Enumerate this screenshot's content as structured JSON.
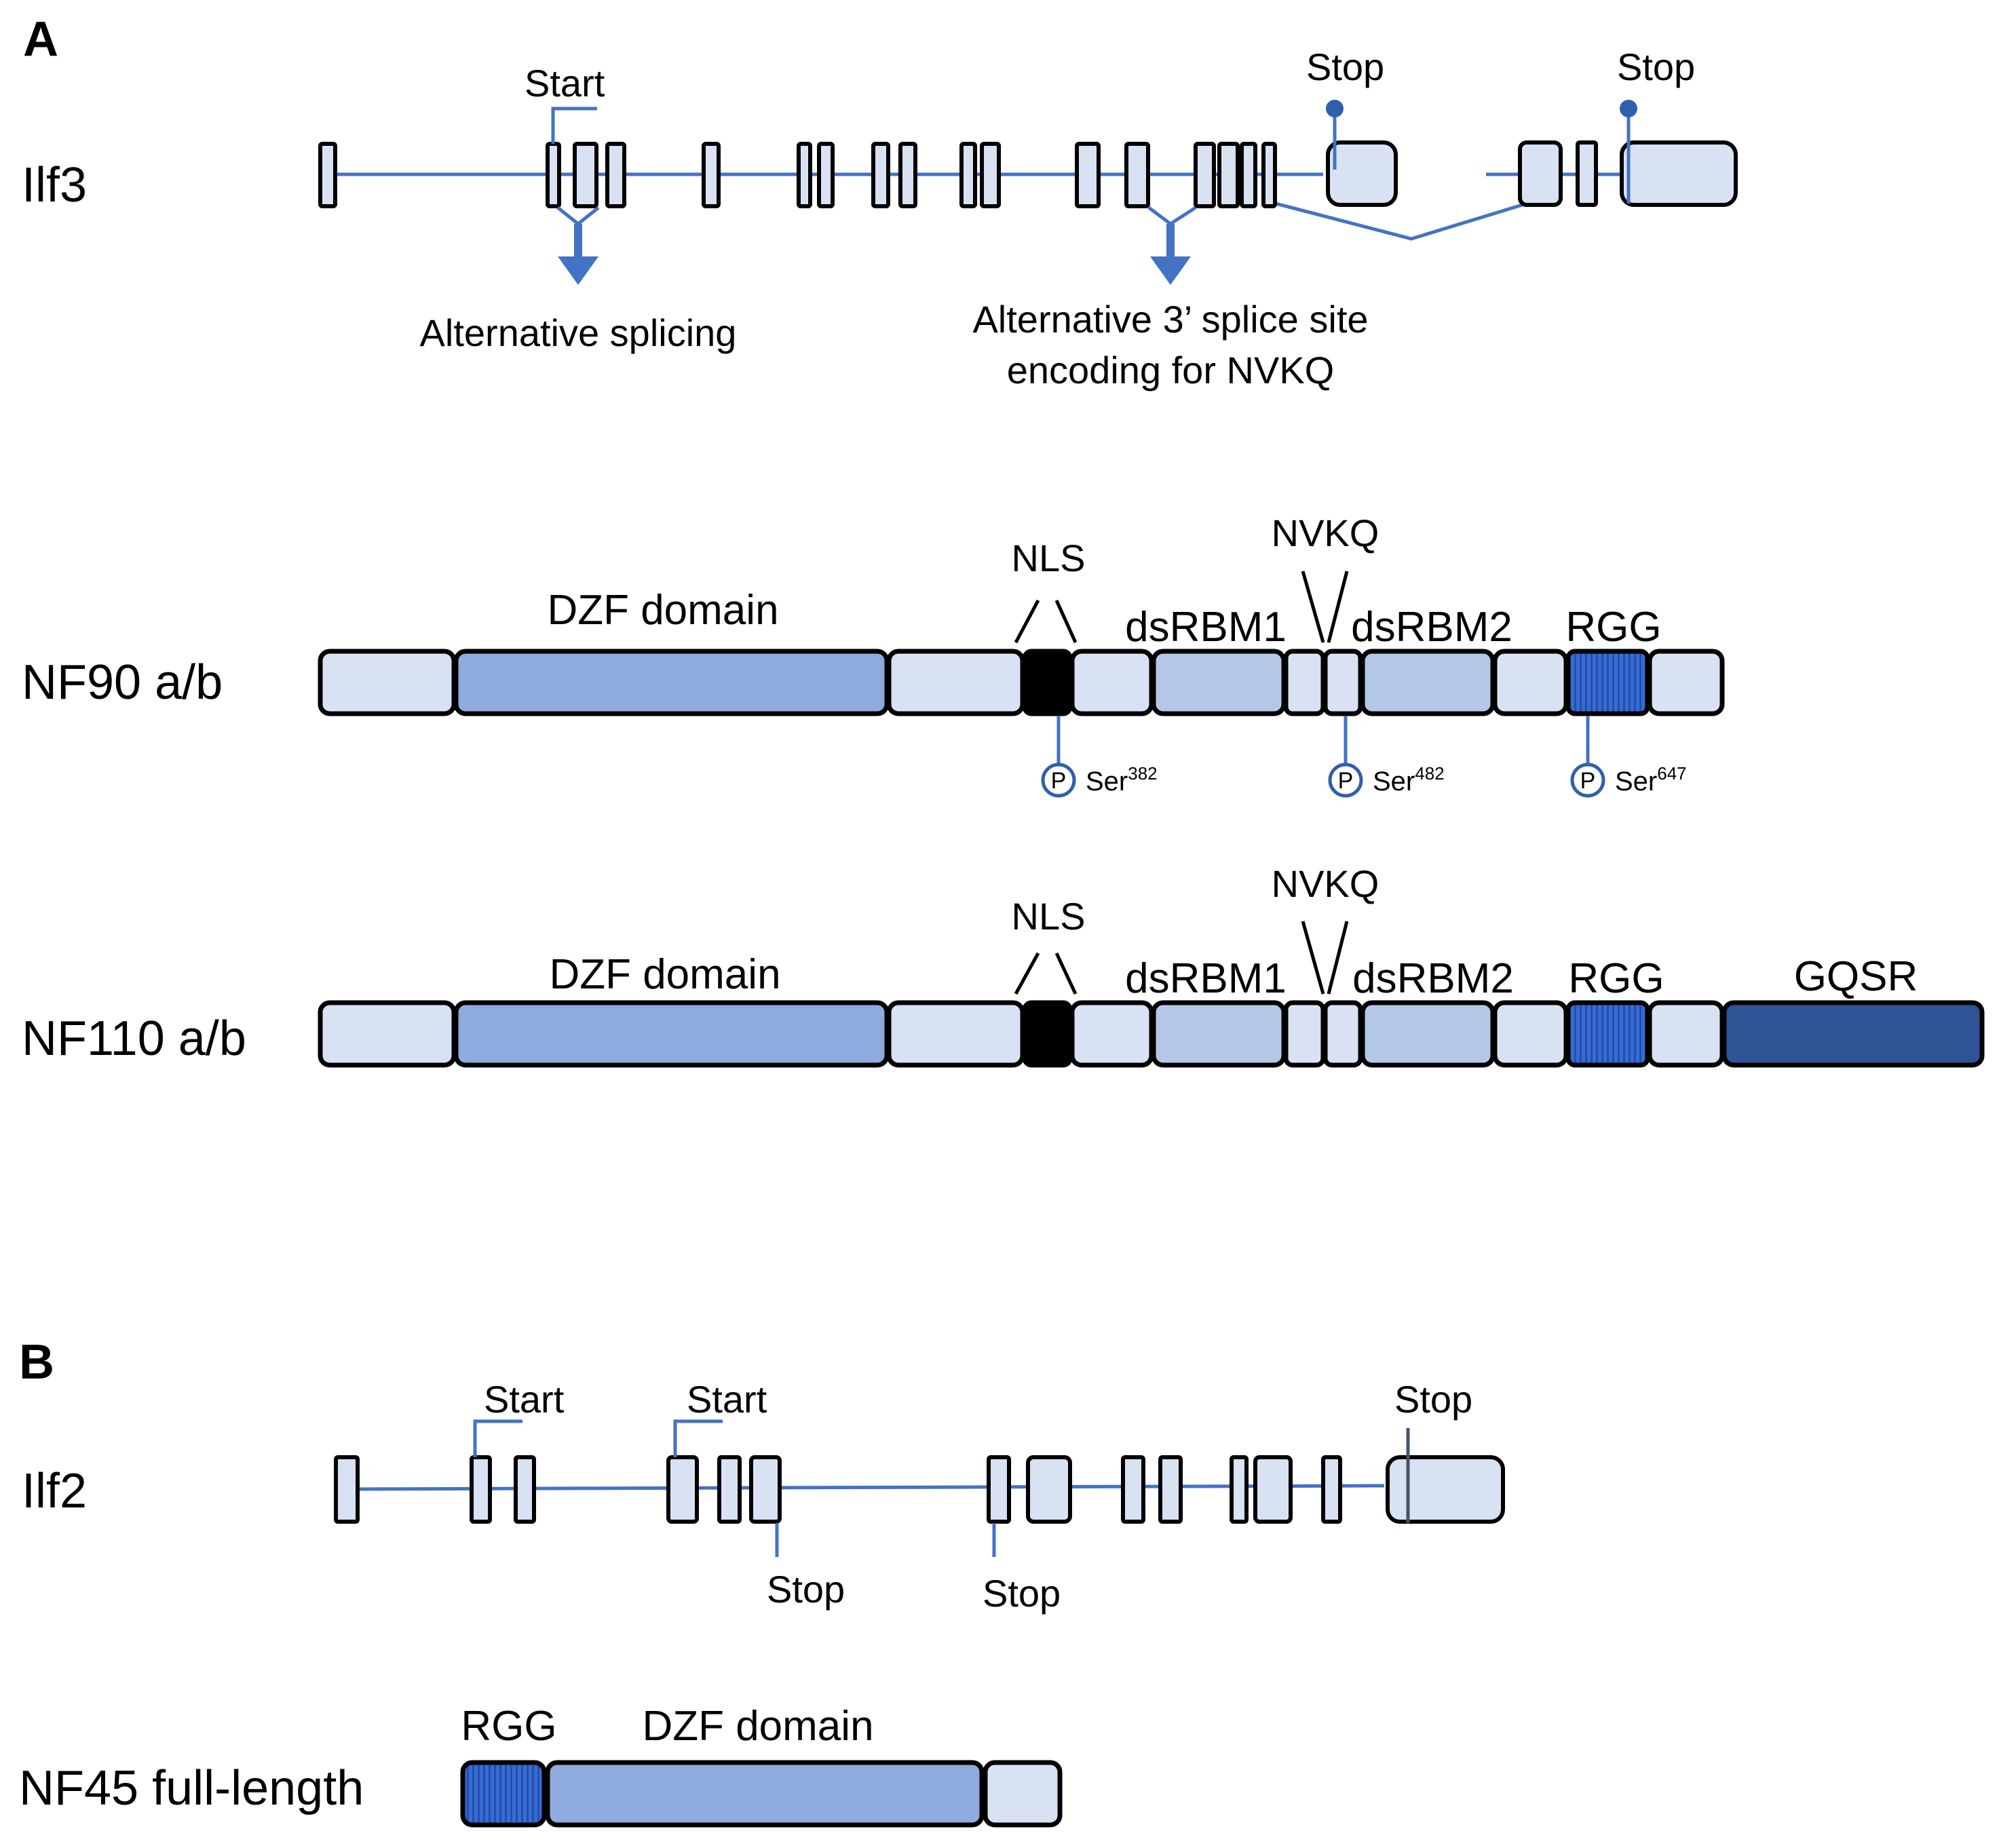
{
  "colors": {
    "light": "#d9e2f3",
    "medium": "#8faadc",
    "domain_mid": "#b4c7e7",
    "black": "#000000",
    "rgg": "#3a6cd0",
    "gqsr": "#2f5496",
    "line": "#4472c4",
    "stop_dot": "#2f5fae"
  },
  "panel_a": {
    "label": "A",
    "gene": {
      "name": "Ilf3",
      "start_label": "Start",
      "stop_labels": [
        "Stop",
        "Stop"
      ],
      "arrow_left_label": "Alternative splicing",
      "arrow_right_label_1": "Alternative 3’ splice site",
      "arrow_right_label_2": "encoding for NVKQ"
    },
    "nf90": {
      "name": "NF90 a/b",
      "dzf": "DZF domain",
      "nls": "NLS",
      "nvkq": "NVKQ",
      "dsrbm1": "dsRBM1",
      "dsrbm2": "dsRBM2",
      "rgg": "RGG",
      "phospho_symbol": "P",
      "phospho_sites": [
        {
          "residue": "Ser",
          "position": "382"
        },
        {
          "residue": "Ser",
          "position": "482"
        },
        {
          "residue": "Ser",
          "position": "647"
        }
      ]
    },
    "nf110": {
      "name": "NF110 a/b",
      "dzf": "DZF domain",
      "nls": "NLS",
      "nvkq": "NVKQ",
      "dsrbm1": "dsRBM1",
      "dsrbm2": "dsRBM2",
      "rgg": "RGG",
      "gqsr": "GQSR"
    }
  },
  "panel_b": {
    "label": "B",
    "gene": {
      "name": "Ilf2",
      "start_labels": [
        "Start",
        "Start"
      ],
      "stop_labels": [
        "Stop",
        "Stop",
        "Stop"
      ]
    },
    "nf45": {
      "name": "NF45 full-length",
      "rgg": "RGG",
      "dzf": "DZF domain"
    }
  }
}
